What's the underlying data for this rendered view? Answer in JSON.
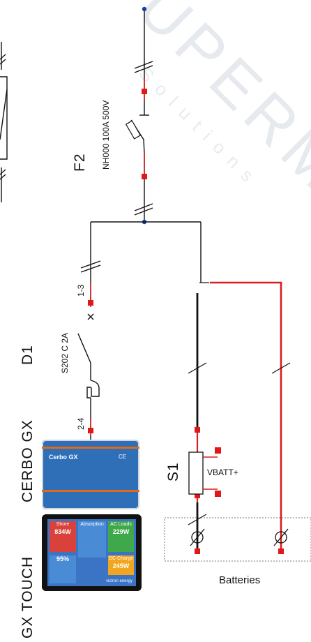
{
  "watermark": {
    "main": "UPERM",
    "sub": "Solutions"
  },
  "labels": {
    "f2": "F2",
    "fuse_spec": "NH000 100A 500V",
    "d1": "D1",
    "breaker_spec": "S202 C 2A",
    "pin_top": "1-3",
    "pin_bottom": "2-4",
    "cerbo": "CERBO GX",
    "touch": "GX TOUCH",
    "s1": "S1",
    "vbatt": "VBATT+",
    "batteries": "Batteries"
  },
  "cerbo_device": {
    "title": "Cerbo GX",
    "ce": "CE"
  },
  "touch_screen": {
    "tiles": [
      {
        "label": "Shore",
        "value": "834W",
        "color": "#d9423a"
      },
      {
        "label": "Absorption",
        "value": "",
        "color": "#4a8bd6"
      },
      {
        "label": "AC Loads",
        "value": "229W",
        "color": "#3fa84a"
      },
      {
        "label": "",
        "value": "95%",
        "color": "#4a8bd6"
      },
      {
        "label": "DC Charge",
        "value": "245W",
        "color": "#f2a51f"
      }
    ],
    "brand": "victron energy"
  },
  "colors": {
    "wire": "#111111",
    "positive_wire": "#d81e1e",
    "terminal": "#e01818",
    "node": "#1b3ea8"
  }
}
